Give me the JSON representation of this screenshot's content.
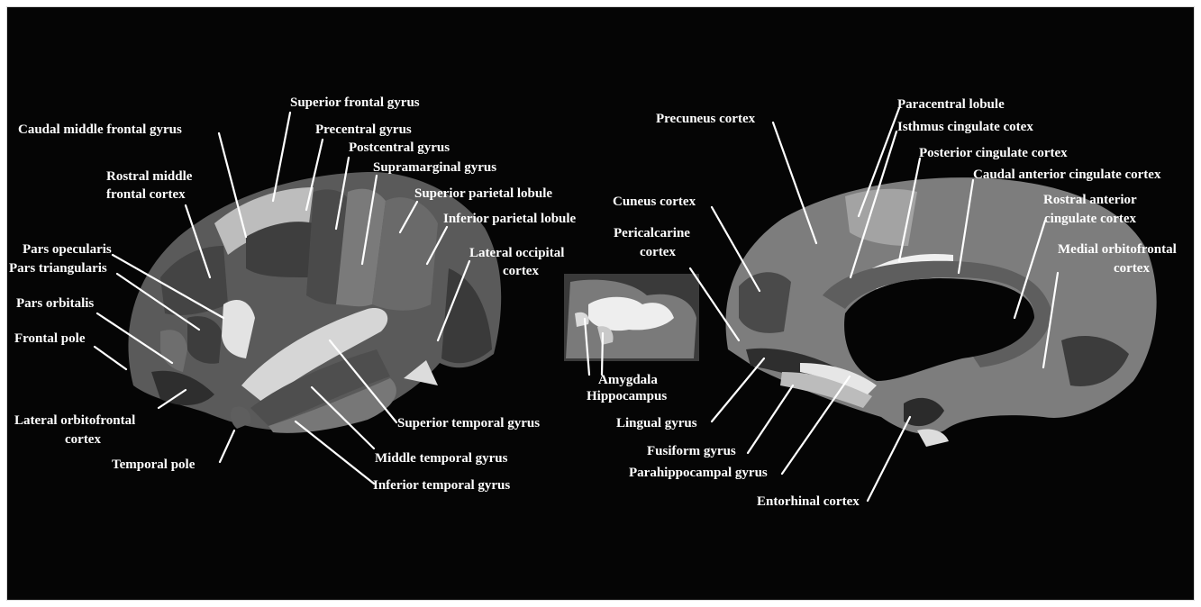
{
  "lateral_labels": {
    "superior_frontal_gyrus": "Superior frontal gyrus",
    "caudal_middle_frontal_gyrus": "Caudal middle frontal gyrus",
    "precentral_gyrus": "Precentral gyrus",
    "postcentral_gyrus": "Postcentral gyrus",
    "supramarginal_gyrus": "Supramarginal gyrus",
    "rostral_middle_frontal_cortex_line1": "Rostral middle",
    "rostral_middle_frontal_cortex_line2": "frontal cortex",
    "superior_parietal_lobule": "Superior parietal lobule",
    "inferior_parietal_lobule": "Inferior parietal lobule",
    "lateral_occipital_cortex_line1": "Lateral occipital",
    "lateral_occipital_cortex_line2": "cortex",
    "pars_opecularis": "Pars opecularis",
    "pars_triangularis": "Pars triangularis",
    "pars_orbitalis": "Pars orbitalis",
    "frontal_pole": "Frontal pole",
    "lateral_orbitofrontal_cortex_line1": "Lateral orbitofrontal",
    "lateral_orbitofrontal_cortex_line2": "cortex",
    "temporal_pole": "Temporal pole",
    "superior_temporal_gyrus": "Superior temporal gyrus",
    "middle_temporal_gyrus": "Middle temporal gyrus",
    "inferior_temporal_gyrus": "Inferior temporal gyrus"
  },
  "coronal_labels": {
    "amygdala": "Amygdala",
    "hippocampus": "Hippocampus"
  },
  "medial_labels": {
    "precuneus_cortex": "Precuneus cortex",
    "paracentral_lobule": "Paracentral lobule",
    "isthmus_cingulate_cotex": "Isthmus cingulate cotex",
    "posterior_cingulate_cortex": "Posterior cingulate cortex",
    "caudal_anterior_cingulate_cortex": "Caudal anterior cingulate cortex",
    "cuneus_cortex": "Cuneus cortex",
    "rostral_anterior_cingulate_cortex_line1": "Rostral anterior",
    "rostral_anterior_cingulate_cortex_line2": "cingulate cortex",
    "pericalcarine_cortex_line1": "Pericalcarine",
    "pericalcarine_cortex_line2": "cortex",
    "medial_orbitofrontal_cortex_line1": "Medial orbitofrontal",
    "medial_orbitofrontal_cortex_line2": "cortex",
    "lingual_gyrus": "Lingual gyrus",
    "fusiform_gyrus": "Fusiform gyrus",
    "parahippocampal_gyrus": "Parahippocampal gyrus",
    "entorhinal_cortex": "Entorhinal cortex"
  }
}
